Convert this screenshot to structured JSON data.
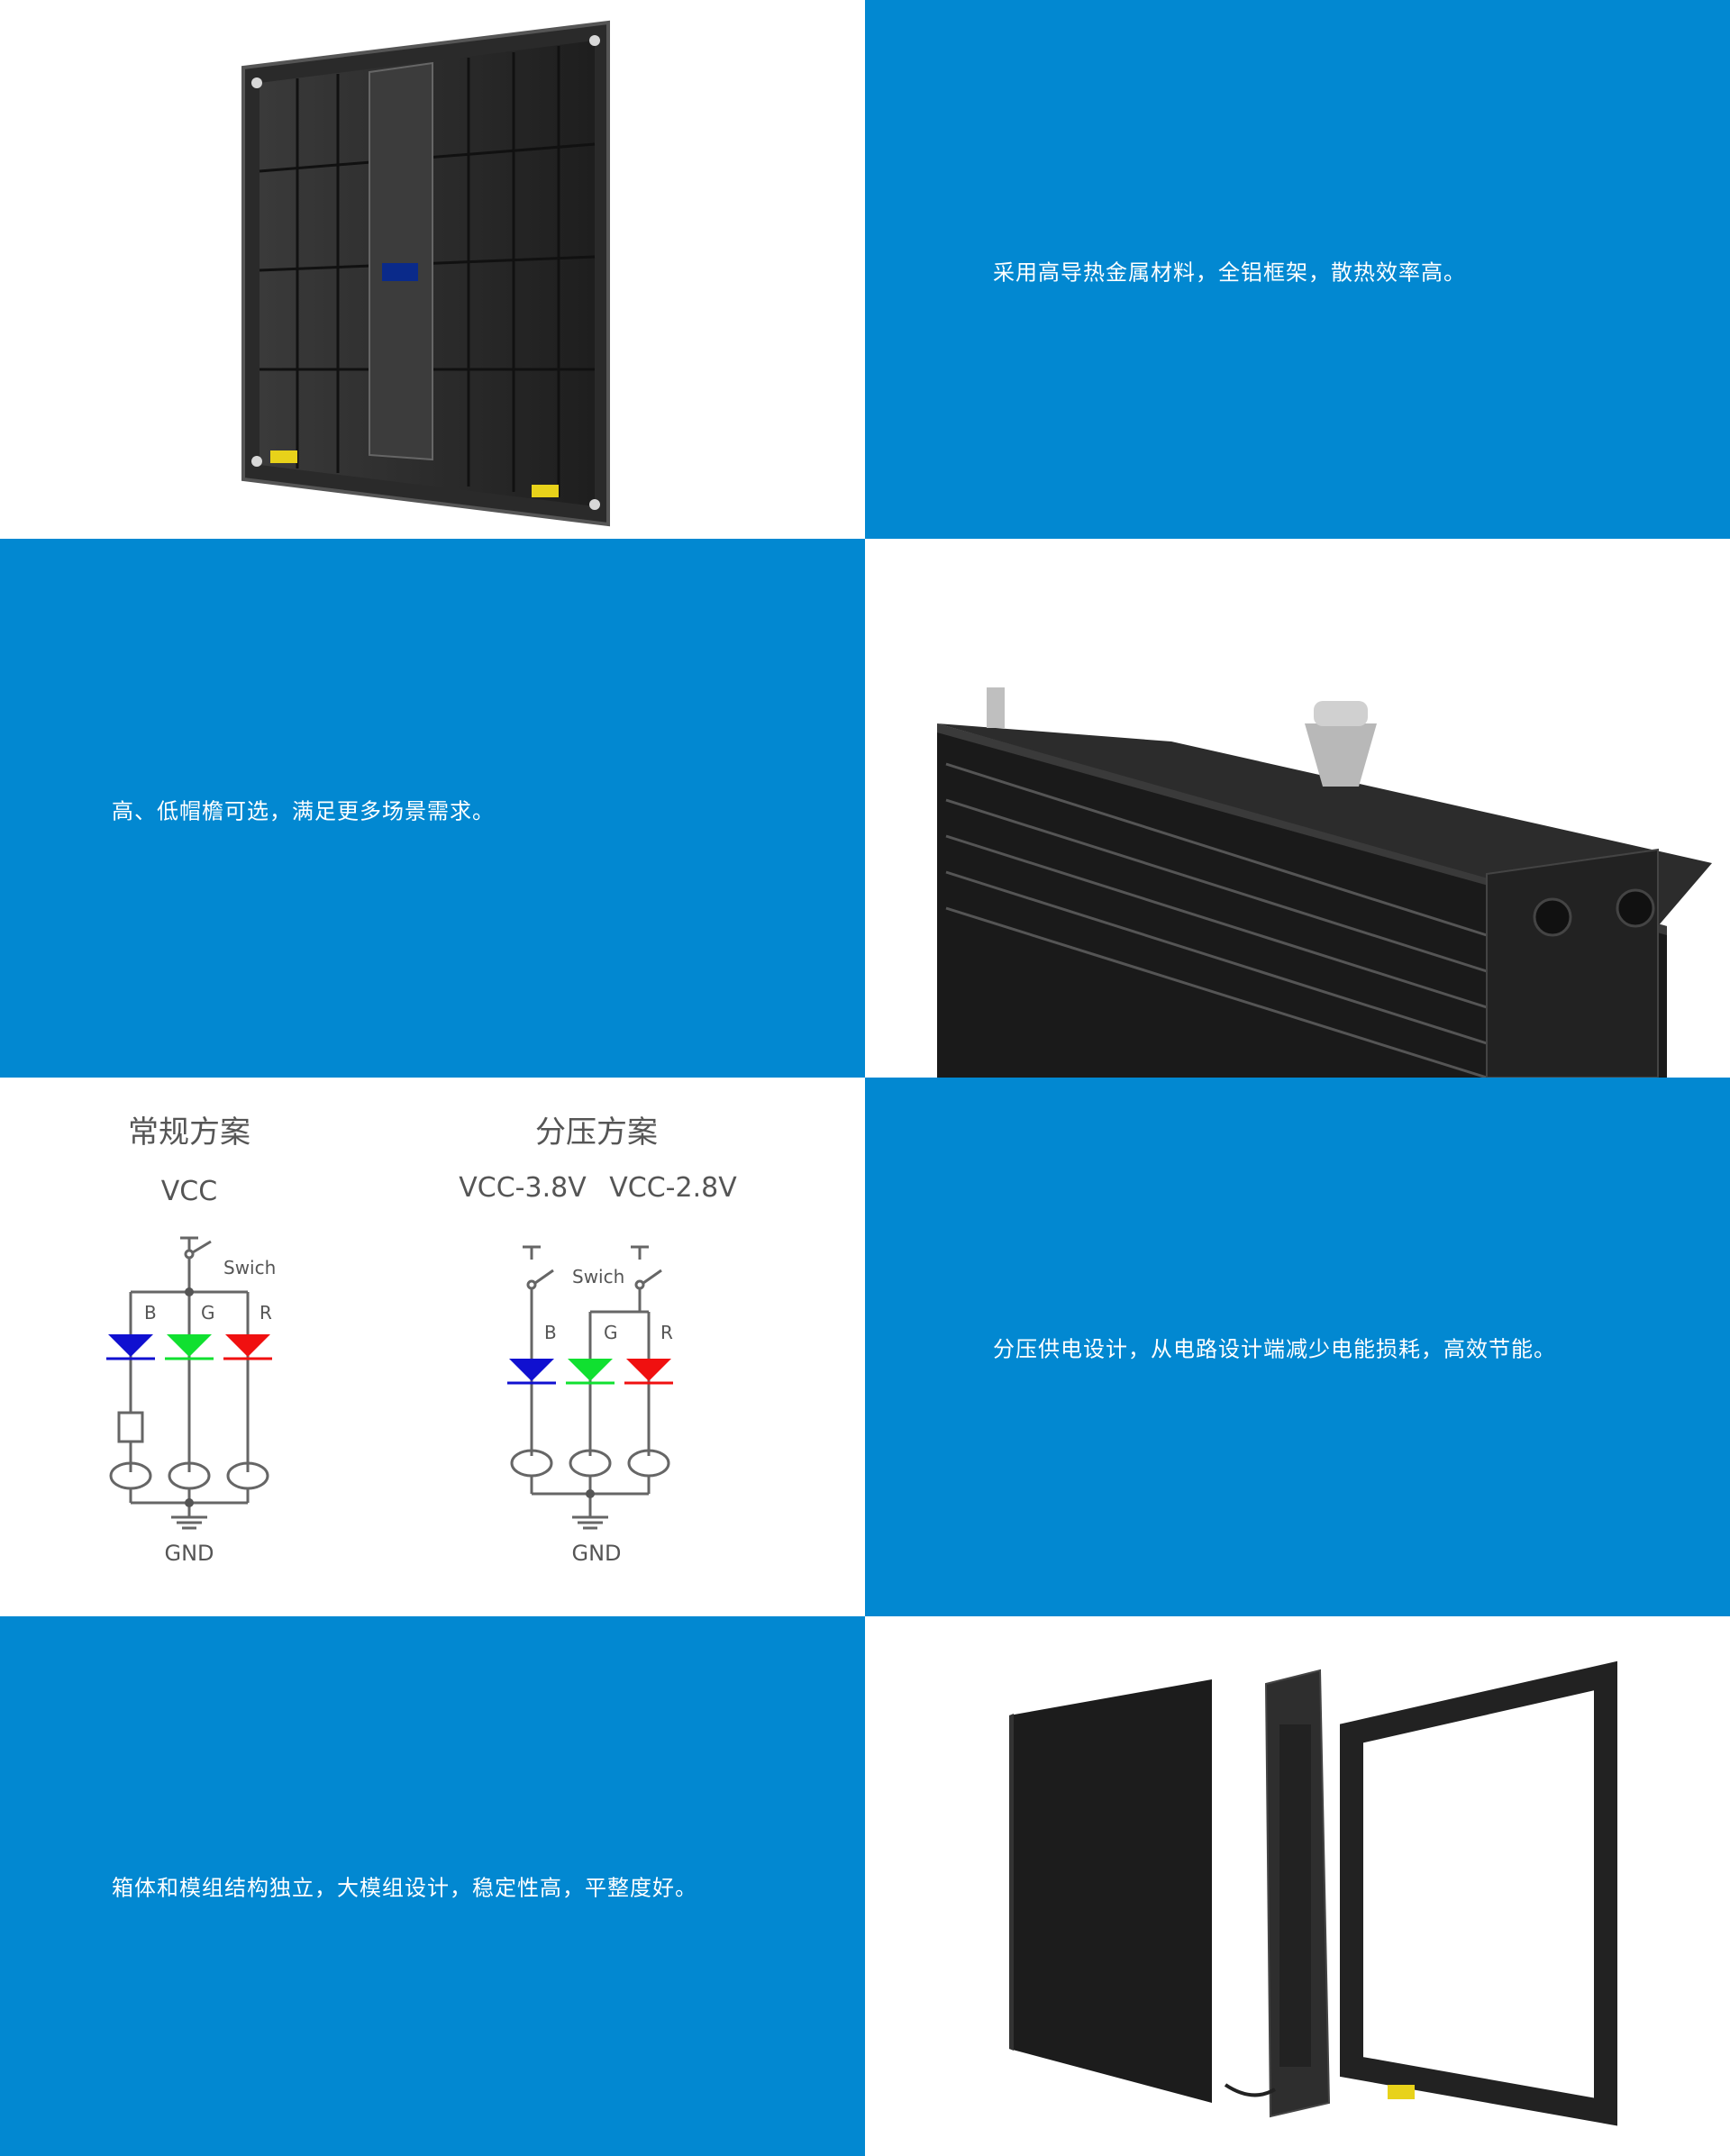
{
  "sections": [
    {
      "caption": "采用高导热金属材料，全铝框架，散热效率高。"
    },
    {
      "caption": "高、低帽檐可选，满足更多场景需求。"
    },
    {
      "caption": "分压供电设计，从电路设计端减少电能损耗，高效节能。"
    },
    {
      "caption": "箱体和模组结构独立，大模组设计，稳定性高，平整度好。"
    }
  ],
  "diagram": {
    "left": {
      "title": "常规方案",
      "supply": "VCC",
      "switch_label": "Swich",
      "ground": "GND",
      "channels": [
        "B",
        "G",
        "R"
      ]
    },
    "right": {
      "title": "分压方案",
      "supply_a": "VCC-3.8V",
      "supply_b": "VCC-2.8V",
      "switch_label": "Swich",
      "ground": "GND",
      "channels": [
        "B",
        "G",
        "R"
      ]
    },
    "led_colors": {
      "blue": "#1010d0",
      "green": "#10e030",
      "red": "#f01010"
    }
  },
  "colors": {
    "brand_blue": "#0288d1"
  }
}
